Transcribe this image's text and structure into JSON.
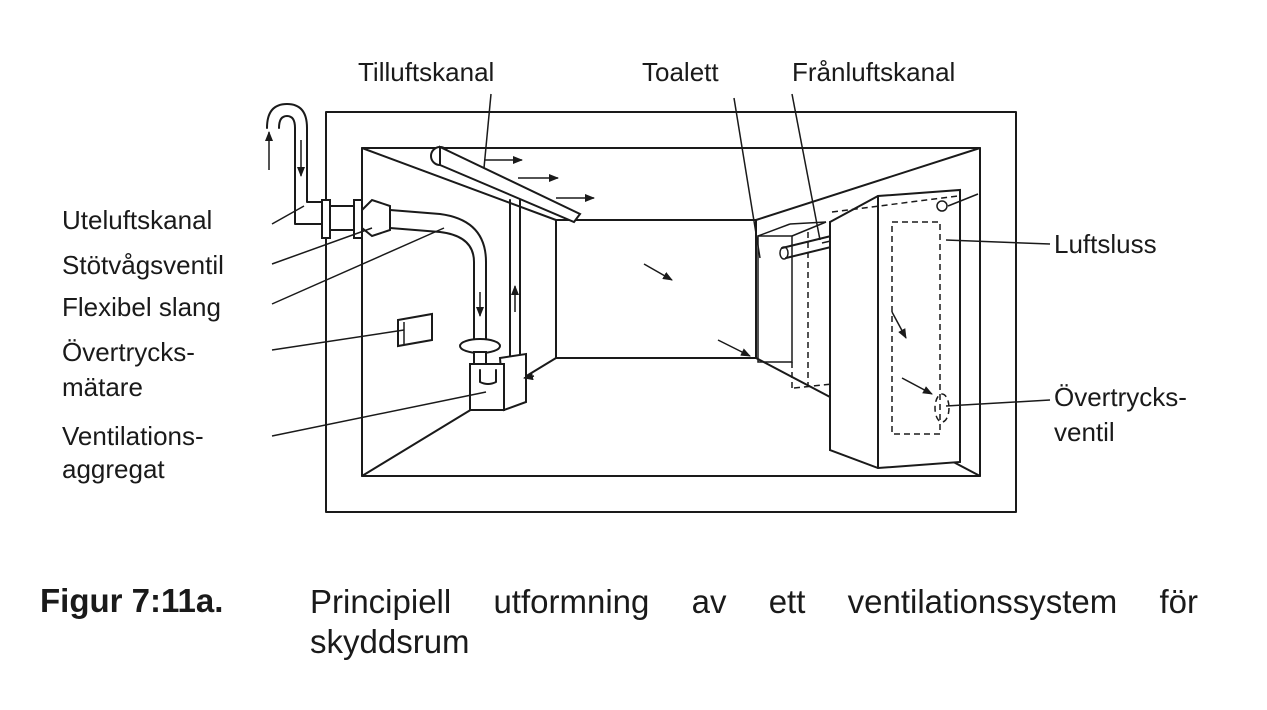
{
  "labels": {
    "tilluftskanal": "Tilluftskanal",
    "toalett": "Toalett",
    "franluftskanal": "Frånluftskanal",
    "uteluftskanal": "Uteluftskanal",
    "stotvagsventil": "Stötvågsventil",
    "flexibel_slang": "Flexibel slang",
    "overtrycksmatare_1": "Övertrycks-",
    "overtrycksmatare_2": "mätare",
    "ventilationsaggregat_1": "Ventilations-",
    "ventilationsaggregat_2": "aggregat",
    "luftsluss": "Luftsluss",
    "overtrycksventil_1": "Övertrycks-",
    "overtrycksventil_2": "ventil"
  },
  "caption": {
    "label": "Figur 7:11a.",
    "text": "Principiell utformning av ett ventilationssystem för skyddsrum"
  }
}
